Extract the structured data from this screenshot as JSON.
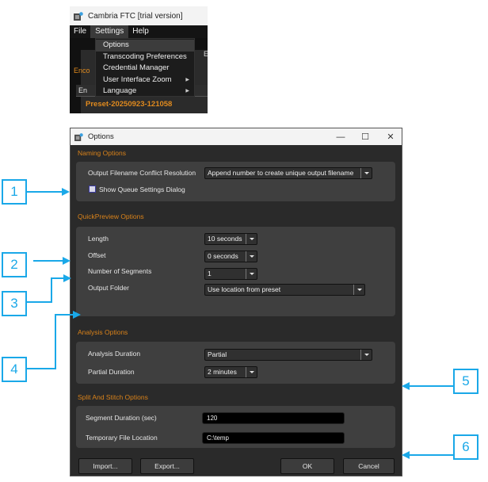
{
  "menu_screenshot": {
    "app_title": "Cambria FTC [trial version]",
    "menubar": [
      {
        "label": "File"
      },
      {
        "label": "Settings",
        "active": true
      },
      {
        "label": "Help"
      }
    ],
    "settings_menu": [
      {
        "label": "Options",
        "highlighted": true,
        "submenu": false
      },
      {
        "label": "Transcoding Preferences",
        "submenu": false
      },
      {
        "label": "Credential Manager",
        "submenu": false
      },
      {
        "label": "User Interface Zoom",
        "submenu": true
      },
      {
        "label": "Language",
        "submenu": true
      }
    ],
    "background": {
      "enc_label": "Enco",
      "en_label": "En",
      "b_label": "E",
      "preset_name": "Preset-20250923-121058"
    },
    "submenu_arrow": "▶"
  },
  "dialog": {
    "title": "Options",
    "controls": {
      "minimize": "—",
      "maximize": "☐",
      "close": "✕"
    },
    "naming": {
      "header": "Naming Options",
      "conflict_label": "Output Filename Conflict Resolution",
      "conflict_value": "Append number to create unique output filename",
      "show_queue_label": "Show Queue Settings Dialog",
      "show_queue_checked": false
    },
    "quickpreview": {
      "header": "QuickPreview Options",
      "length_label": "Length",
      "length_value": "10 seconds",
      "offset_label": "Offset",
      "offset_value": "0 seconds",
      "segments_label": "Number of Segments",
      "segments_value": "1",
      "folder_label": "Output Folder",
      "folder_value": "Use location from preset"
    },
    "analysis": {
      "header": "Analysis Options",
      "duration_label": "Analysis Duration",
      "duration_value": "Partial",
      "partial_label": "Partial Duration",
      "partial_value": "2 minutes"
    },
    "split_stitch": {
      "header": "Split And Stitch Options",
      "segment_label": "Segment Duration (sec)",
      "segment_value": "120",
      "temp_label": "Temporary File Location",
      "temp_value": "C:\\temp"
    },
    "buttons": {
      "import": "Import...",
      "export": "Export...",
      "ok": "OK",
      "cancel": "Cancel"
    }
  },
  "callouts": [
    {
      "num": "1"
    },
    {
      "num": "2"
    },
    {
      "num": "3"
    },
    {
      "num": "4"
    },
    {
      "num": "5"
    },
    {
      "num": "6"
    }
  ],
  "colors": {
    "accent_orange": "#d9821a",
    "callout_blue": "#1aa8e8",
    "dialog_bg": "#2a2a2a",
    "panel_bg": "#3f3f3f"
  }
}
